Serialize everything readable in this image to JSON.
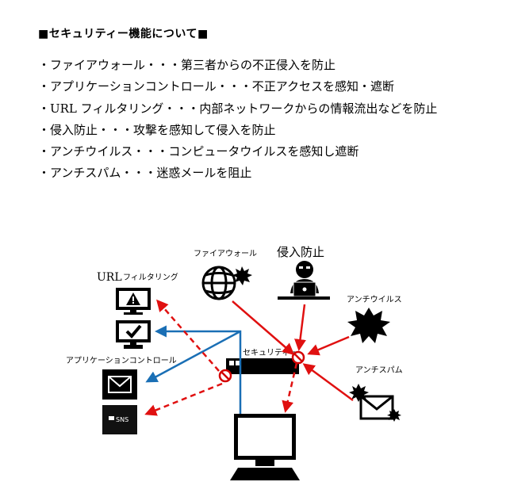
{
  "heading": "■セキュリティー機能について■",
  "features": [
    "・ファイアウォール・・・第三者からの不正侵入を防止",
    "・アプリケーションコントロール・・・不正アクセスを感知・遮断",
    "・URL フィルタリング・・・内部ネットワークからの情報流出などを防止",
    "・侵入防止・・・攻撃を感知して侵入を防止",
    "・アンチウイルス・・・コンピュータウイルスを感知し遮断",
    "・アンチスパム・・・迷惑メールを阻止"
  ],
  "diagram": {
    "labels": {
      "firewall": "ファイアウォール",
      "intrusion_prevention": "侵入防止",
      "url_filtering_prefix": "URL",
      "url_filtering_suffix": "フィルタリング",
      "antivirus": "アンチウイルス",
      "security": "セキュリティー",
      "app_control": "アプリケーションコントロール",
      "antispam": "アンチスパム",
      "sns_badge": "SNS"
    },
    "colors": {
      "threat_arrow": "#e01010",
      "allowed_arrow": "#1a6fb5",
      "block_sign": "#d40000",
      "icon": "#000000"
    }
  }
}
